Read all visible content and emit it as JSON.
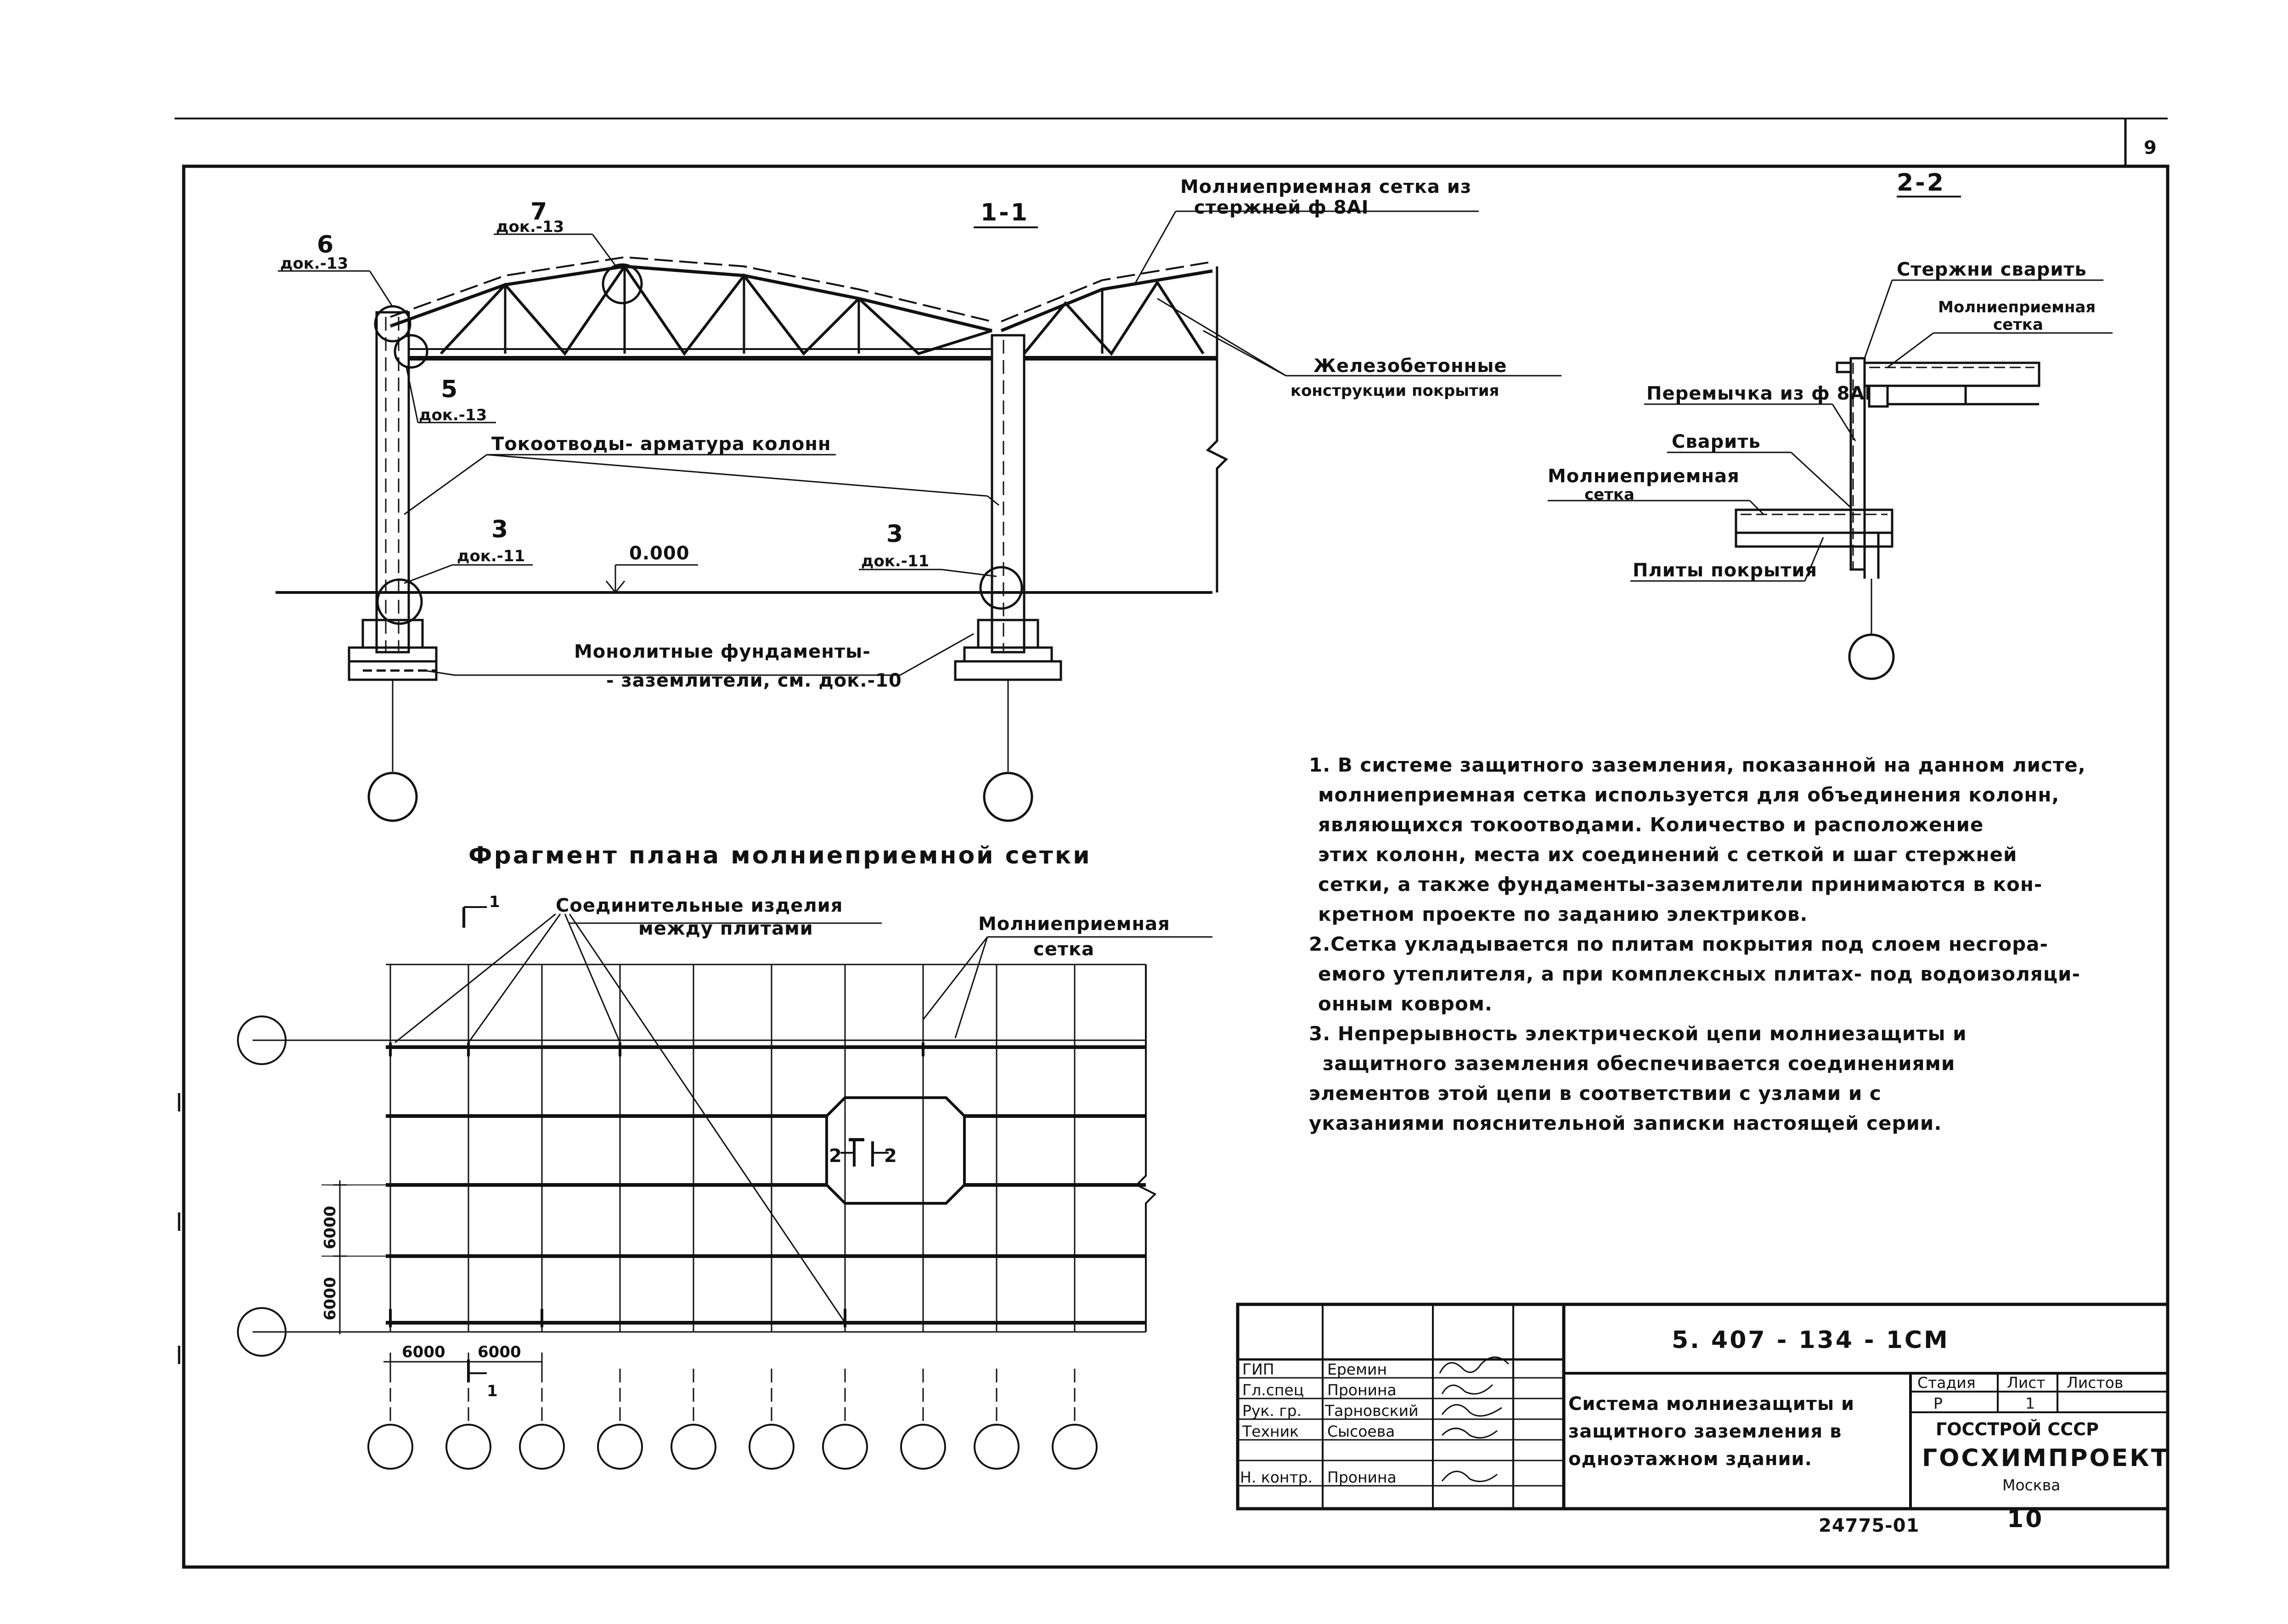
{
  "sheet": {
    "corner_number": "9",
    "archive_number": "24775-01",
    "page_number": "10"
  },
  "section_1_1": {
    "title": "1-1",
    "mesh_label_line1": "Молниеприемная сетка из",
    "mesh_label_line2": "стержней ф 8АI",
    "ref6_num": "6",
    "ref6_doc": "док.-13",
    "ref7_num": "7",
    "ref7_doc": "док.-13",
    "ref5_num": "5",
    "ref5_doc": "док.-13",
    "ref3a_num": "3",
    "ref3a_doc": "док.-11",
    "ref3b_num": "3",
    "ref3b_doc": "док.-11",
    "concrete_line1": "Железобетонные",
    "concrete_line2": "конструкции покрытия",
    "downconductor": "Токоотводы- арматура колонн",
    "level": "0.000",
    "foundation_line1": "Монолитные фундаменты-",
    "foundation_line2": "- заземлители, см. док.-10"
  },
  "section_2_2": {
    "title": "2-2",
    "weld_bars": "Стержни сварить",
    "mesh_line1": "Молниеприемная",
    "mesh_line2": "сетка",
    "jumper": "Перемычка из ф 8АI",
    "weld": "Сварить",
    "mesh2_line1": "Молниеприемная",
    "mesh2_line2": "сетка",
    "slabs": "Плиты покрытия"
  },
  "plan": {
    "title": "Фрагмент плана молниеприемной сетки",
    "connectors_line1": "Соединительные изделия",
    "connectors_line2": "между плитами",
    "mesh_line1": "Молниеприемная",
    "mesh_line2": "сетка",
    "cut1": "1",
    "cut1_bottom": "1",
    "cut2_left": "2",
    "cut2_right": "2",
    "dim_h1": "6000",
    "dim_h2": "6000",
    "dim_v1": "6000",
    "dim_v2": "6000"
  },
  "notes": [
    "1. В системе защитного заземления, показанной на данном листе,",
    "молниеприемная сетка используется для объединения колонн,",
    "являющихся токоотводами. Количество и расположение",
    "этих колонн, места их соединений с сеткой и шаг стержней",
    "сетки, а также фундаменты-заземлители принимаются в кон-",
    "кретном проекте по заданию электриков.",
    "2.Сетка укладывается по плитам покрытия под слоем несгора-",
    "емого утеплителя, а при комплексных плитах- под водоизоляци-",
    "онным ковром.",
    "3. Непрерывность электрической цепи молниезащиты и",
    "защитного заземления обеспечивается соединениями",
    "элементов этой цепи в соответствии с узлами и с",
    "указаниями пояснительной записки настоящей серии."
  ],
  "title_block": {
    "code": "5. 407 - 134 - 1СМ",
    "roles": [
      "ГИП",
      "Гл.спец",
      "Рук. гр.",
      "Техник",
      "Н. контр."
    ],
    "names": [
      "Еремин",
      "Пронина",
      "Тарновский",
      "Сысоева",
      "Пронина"
    ],
    "doc_title_line1": "Система молниезащиты и",
    "doc_title_line2": "защитного заземления в",
    "doc_title_line3": "одноэтажном здании.",
    "stage_header": "Стадия",
    "sheet_header": "Лист",
    "sheets_header": "Листов",
    "stage": "Р",
    "sheet": "1",
    "org1": "ГОССТРОЙ СССР",
    "org2": "ГОСХИМПРОЕКТ",
    "city": "Москва"
  }
}
